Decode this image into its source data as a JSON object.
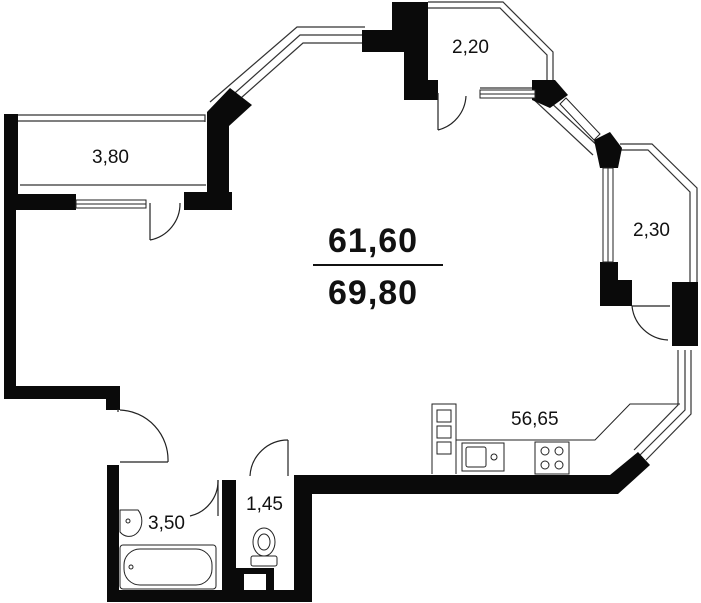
{
  "plan": {
    "totals": {
      "living_area": "61,60",
      "total_area": "69,80"
    },
    "rooms": {
      "balcony_left": "3,80",
      "balcony_top": "2,20",
      "balcony_right": "2,30",
      "main_room": "56,65",
      "bathroom": "3,50",
      "toilet": "1,45"
    }
  }
}
